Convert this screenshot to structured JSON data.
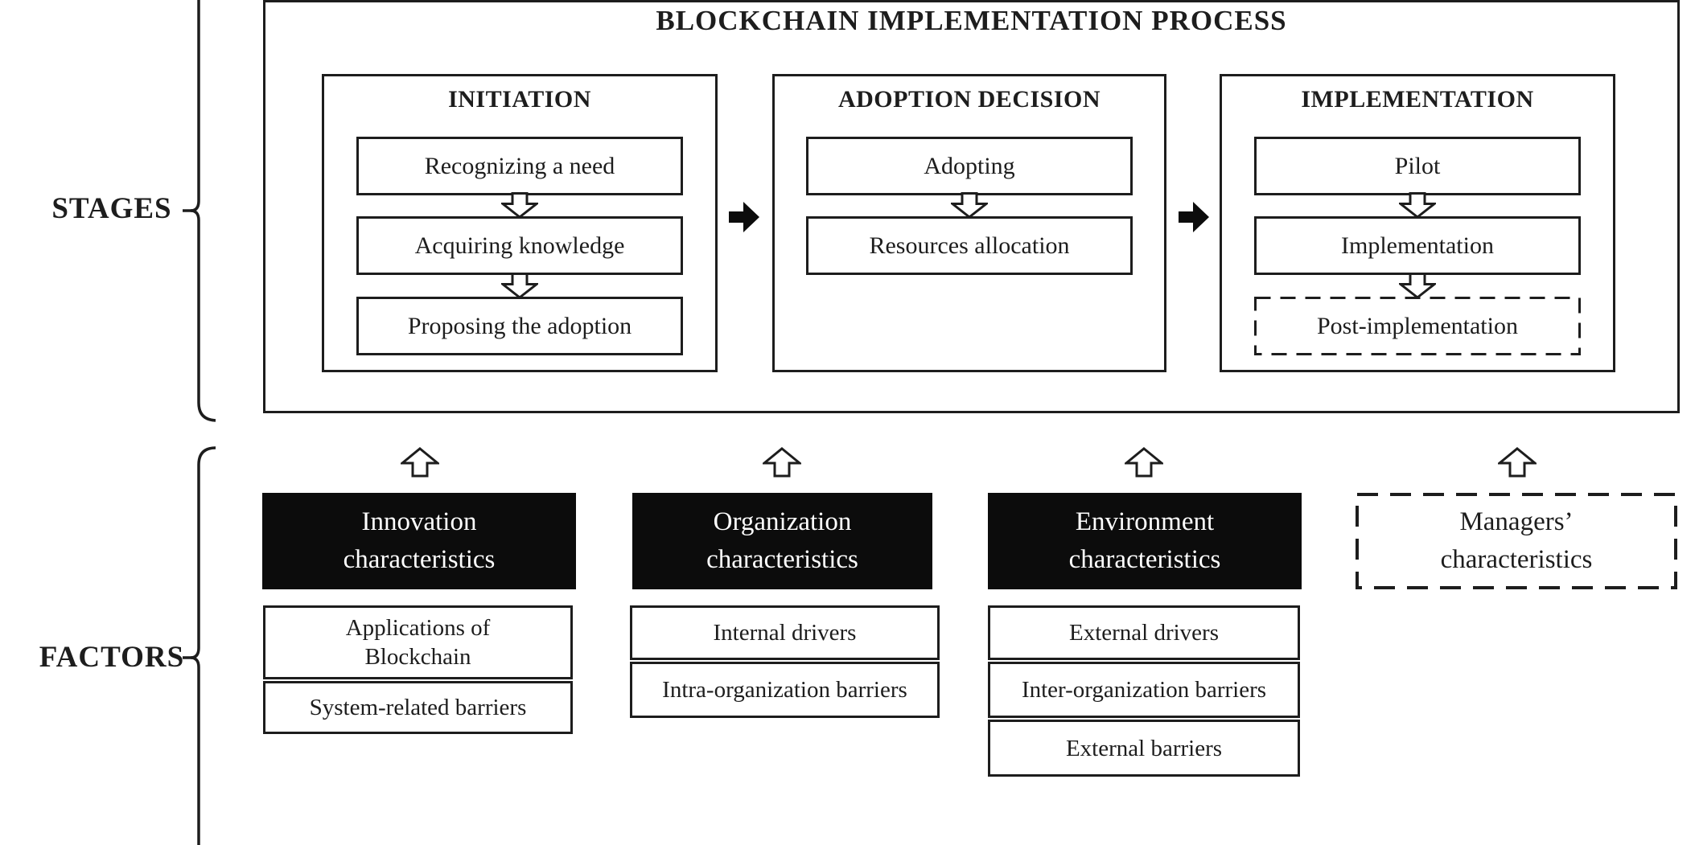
{
  "title": "BLOCKCHAIN IMPLEMENTATION PROCESS",
  "side_labels": {
    "stages": "STAGES",
    "factors": "FACTORS"
  },
  "stages": [
    {
      "title": "INITIATION",
      "steps": [
        {
          "label": "Recognizing a need",
          "style": "solid"
        },
        {
          "label": "Acquiring knowledge",
          "style": "solid"
        },
        {
          "label": "Proposing the adoption",
          "style": "solid"
        }
      ]
    },
    {
      "title": "ADOPTION DECISION",
      "steps": [
        {
          "label": "Adopting",
          "style": "solid"
        },
        {
          "label": "Resources allocation",
          "style": "solid"
        }
      ]
    },
    {
      "title": "IMPLEMENTATION",
      "steps": [
        {
          "label": "Pilot",
          "style": "solid"
        },
        {
          "label": "Implementation",
          "style": "solid"
        },
        {
          "label": "Post-implementation",
          "style": "dashed"
        }
      ]
    }
  ],
  "factors": [
    {
      "title": [
        "Innovation",
        "characteristics"
      ],
      "style": "solid-black",
      "items": [
        [
          "Applications of",
          "Blockchain"
        ],
        [
          "System-related barriers"
        ]
      ]
    },
    {
      "title": [
        "Organization",
        "characteristics"
      ],
      "style": "solid-black",
      "items": [
        [
          "Internal drivers"
        ],
        [
          "Intra-organization barriers"
        ]
      ]
    },
    {
      "title": [
        "Environment",
        "characteristics"
      ],
      "style": "solid-black",
      "items": [
        [
          "External drivers"
        ],
        [
          "Inter-organization barriers"
        ],
        [
          "External barriers"
        ]
      ]
    },
    {
      "title": [
        "Managers’",
        "characteristics"
      ],
      "style": "dashed-white",
      "items": []
    }
  ],
  "icons": {
    "flow_arrow": "right-arrow-solid",
    "stage_step_arrow": "down-arrow-outline",
    "factor_influence_arrow": "up-arrow-outline"
  },
  "colors": {
    "ink": "#1d1d1d",
    "factor_header_fill": "#0c0c0c",
    "factor_header_text": "#ffffff",
    "background": "#ffffff"
  }
}
